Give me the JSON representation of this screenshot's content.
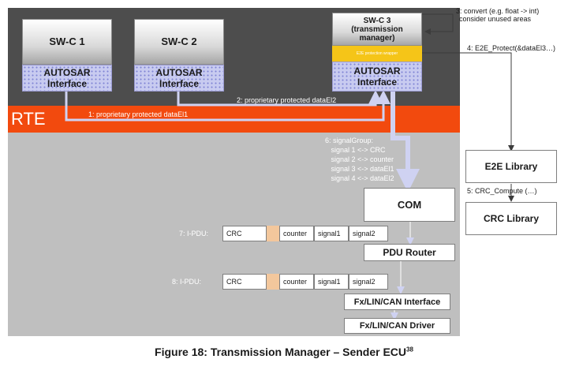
{
  "rte": {
    "label": "RTE"
  },
  "swc1": {
    "title": "SW-C 1",
    "iface_line1": "AUTOSAR",
    "iface_line2": "Interface"
  },
  "swc2": {
    "title": "SW-C 2",
    "iface_line1": "AUTOSAR",
    "iface_line2": "Interface"
  },
  "swc3": {
    "title_line1": "SW-C 3",
    "title_line2": "(transmission",
    "title_line3": "manager)",
    "e2e_bar": "E2E protection wrapper",
    "iface_line1": "AUTOSAR",
    "iface_line2": "Interface"
  },
  "annotations": {
    "a1": "1: proprietary protected dataEl1",
    "a2": "2: proprietary protected dataEl2",
    "a3_line1": "3: convert (e.g. float -> int)",
    "a3_line2": "consider unused areas",
    "a4": "4: E2E_Protect(&dataEl3…)",
    "a5": "5: CRC_Compute (…)",
    "a6": "6: signalGroup:\n   signal 1 <-> CRC\n   signal 2 <-> counter\n   signal 3 <-> dataEl1\n   signal 4 <-> dataEl2"
  },
  "boxes": {
    "e2e_library": "E2E Library",
    "crc_library": "CRC Library",
    "com": "COM",
    "pdu_router": "PDU Router",
    "if": "Fx/LIN/CAN Interface",
    "driver": "Fx/LIN/CAN Driver"
  },
  "ipdu7": {
    "label": "7: I-PDU:",
    "cells": [
      "CRC",
      "counter",
      "signal1",
      "signal2"
    ]
  },
  "ipdu8": {
    "label": "8: I-PDU:",
    "cells": [
      "CRC",
      "counter",
      "signal1",
      "signal2"
    ]
  },
  "caption": {
    "text": "Figure 18: Transmission Manager – Sender ECU",
    "sup": "38"
  }
}
